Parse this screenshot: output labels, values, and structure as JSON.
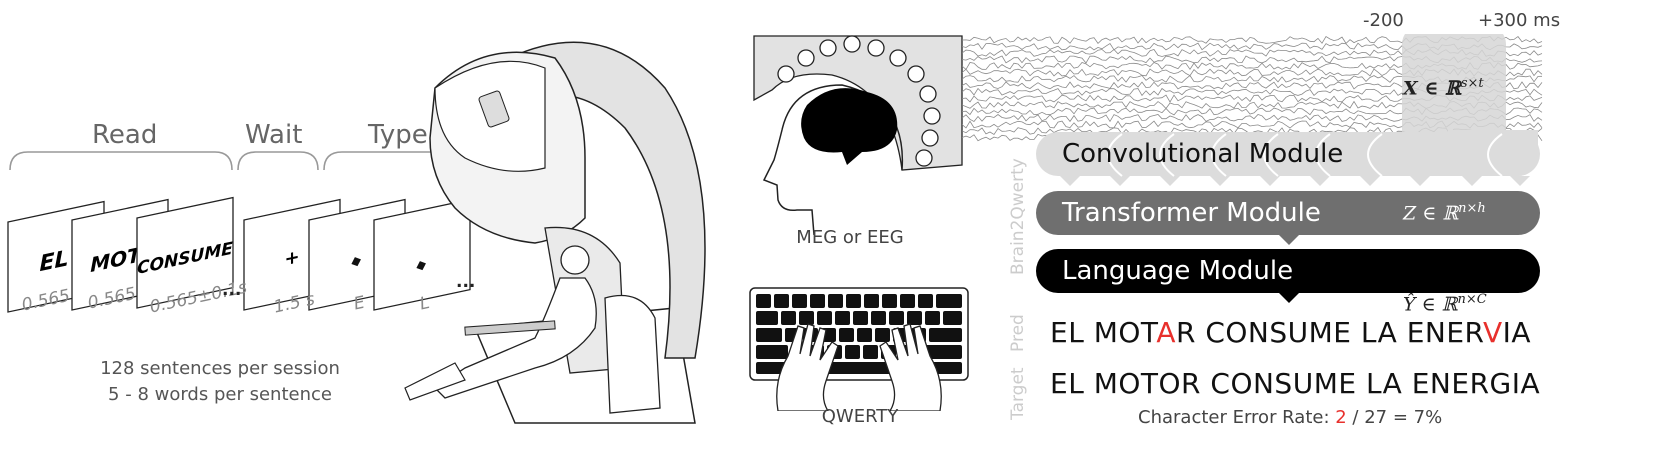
{
  "phases": {
    "read": "Read",
    "wait": "Wait",
    "type": "Type"
  },
  "cards": {
    "c1": "EL",
    "c2": "MOTO",
    "c3": "CONSUME",
    "c4": "+",
    "c5": "",
    "c6": ""
  },
  "timings": {
    "t1": "0.565",
    "t2": "0.565",
    "t3": "0.565±0.1s",
    "t4": "1.5 s",
    "t5": "E",
    "t6": "L",
    "ellipsis": "..."
  },
  "session_info": [
    "128 sentences per session",
    "5 - 8 words per sentence"
  ],
  "sensor_label": "MEG or EEG",
  "keyboard_label": "QWERTY",
  "time_window": {
    "start": "-200",
    "end": "+300 ms"
  },
  "math": {
    "x": "X ∈ ℝ",
    "x_sup": "s×t",
    "z": "Z ∈ ℝ",
    "z_sup": "n×h",
    "y": "Ŷ ∈ ℝ",
    "y_sup": "n×C"
  },
  "modules": {
    "convolutional": "Convolutional Module",
    "transformer": "Transformer Module",
    "language": "Language Module"
  },
  "side_labels": {
    "model": "Brain2Qwerty",
    "pred": "Pred",
    "target": "Target"
  },
  "prediction": {
    "parts": [
      "EL MOT",
      "A",
      "R CONSUME LA ENER",
      "V",
      "IA"
    ]
  },
  "target": "EL MOTOR CONSUME LA ENERGIA",
  "cer": {
    "prefix": "Character Error Rate: ",
    "errors": "2",
    "suffix": " / 27 = 7%"
  },
  "colors": {
    "error": "#e8302c",
    "transformer": "#6f6f6f",
    "language": "#000000",
    "convolutional": "#dcdcdc"
  }
}
